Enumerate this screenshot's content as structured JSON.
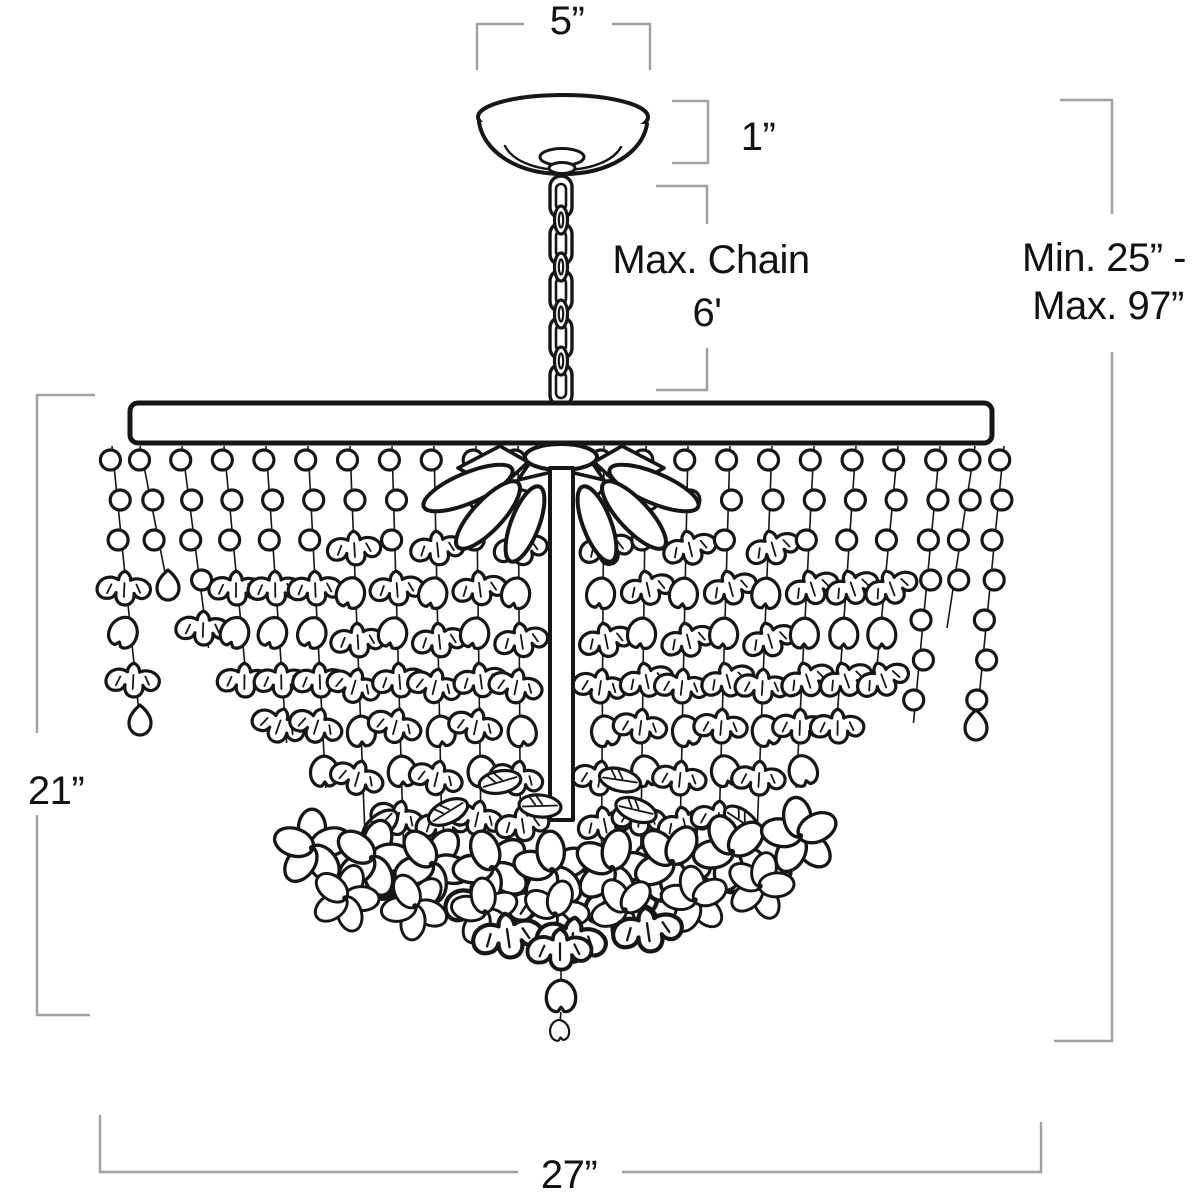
{
  "diagram": {
    "title": "Chandelier dimension diagram",
    "subject": "beaded flower chandelier line drawing",
    "background": "#ffffff",
    "ink_color": "#161616",
    "dimension_line_color": "#a0a0a0",
    "text_color": "#121212",
    "labels": {
      "canopy_width": "5”",
      "canopy_height": "1”",
      "max_chain_line1": "Max. Chain",
      "max_chain_line2": "6'",
      "overall_height_line1": "Min. 25” -",
      "overall_height_line2": "Max. 97”",
      "body_height": "21”",
      "body_width": "27”"
    },
    "dimensions": {
      "canopy_width_in": 5,
      "canopy_height_in": 1,
      "max_chain_ft": 6,
      "overall_min_in": 25,
      "overall_max_in": 97,
      "body_height_in": 21,
      "body_width_in": 27
    }
  }
}
